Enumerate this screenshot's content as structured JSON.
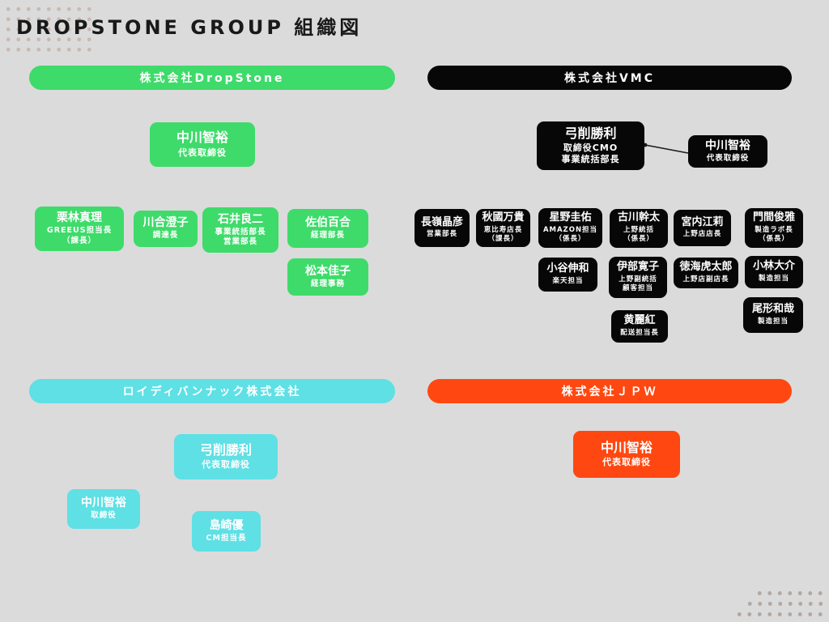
{
  "title": "DROPSTONE GROUP 組織図",
  "colors": {
    "background": "#dbdbdb",
    "green": "#3edb6a",
    "black": "#070707",
    "cyan": "#5ee0e5",
    "orange": "#ff4811",
    "title_text": "#191919",
    "card_text": "#ffffff",
    "dots_top_left": "#c9b9b2",
    "dots_bottom_right": "#b3a8a3"
  },
  "sections": [
    {
      "id": "dropstone",
      "label": "株式会社DropStone",
      "members": [
        {
          "name": "中川智裕",
          "role": "代表取締役"
        },
        {
          "name": "栗林真理",
          "role": "GREEUS担当長\n（課長）"
        },
        {
          "name": "川合澄子",
          "role": "調達長"
        },
        {
          "name": "石井良二",
          "role": "事業統括部長\n営業部長"
        },
        {
          "name": "佐伯百合",
          "role": "経理部長"
        },
        {
          "name": "松本佳子",
          "role": "経理事務"
        }
      ]
    },
    {
      "id": "vmc",
      "label": "株式会社VMC",
      "members": [
        {
          "name": "弓削勝利",
          "role": "取締役CMO\n事業統括部長"
        },
        {
          "name": "中川智裕",
          "role": "代表取締役"
        },
        {
          "name": "長嶺晶彦",
          "role": "営業部長"
        },
        {
          "name": "秋國万貴",
          "role": "恵比寿店長\n（課長）"
        },
        {
          "name": "星野圭佑",
          "role": "AMAZON担当\n（係長）"
        },
        {
          "name": "古川幹太",
          "role": "上野統括\n（係長）"
        },
        {
          "name": "宮内江莉",
          "role": "上野店店長"
        },
        {
          "name": "門間俊雅",
          "role": "製造ラボ長\n（係長）"
        },
        {
          "name": "小谷伸和",
          "role": "楽天担当"
        },
        {
          "name": "伊部寛子",
          "role": "上野副統括\n顧客担当"
        },
        {
          "name": "徳海虎太郎",
          "role": "上野店副店長"
        },
        {
          "name": "小林大介",
          "role": "製造担当"
        },
        {
          "name": "黄麗紅",
          "role": "配送担当長"
        },
        {
          "name": "尾形和哉",
          "role": "製造担当"
        }
      ]
    },
    {
      "id": "roidivannac",
      "label": "ロイディバンナック株式会社",
      "members": [
        {
          "name": "弓削勝利",
          "role": "代表取締役"
        },
        {
          "name": "中川智裕",
          "role": "取締役"
        },
        {
          "name": "島崎優",
          "role": "CM担当長"
        }
      ]
    },
    {
      "id": "jpw",
      "label": "株式会社ＪＰＷ",
      "members": [
        {
          "name": "中川智裕",
          "role": "代表取締役"
        }
      ]
    }
  ]
}
